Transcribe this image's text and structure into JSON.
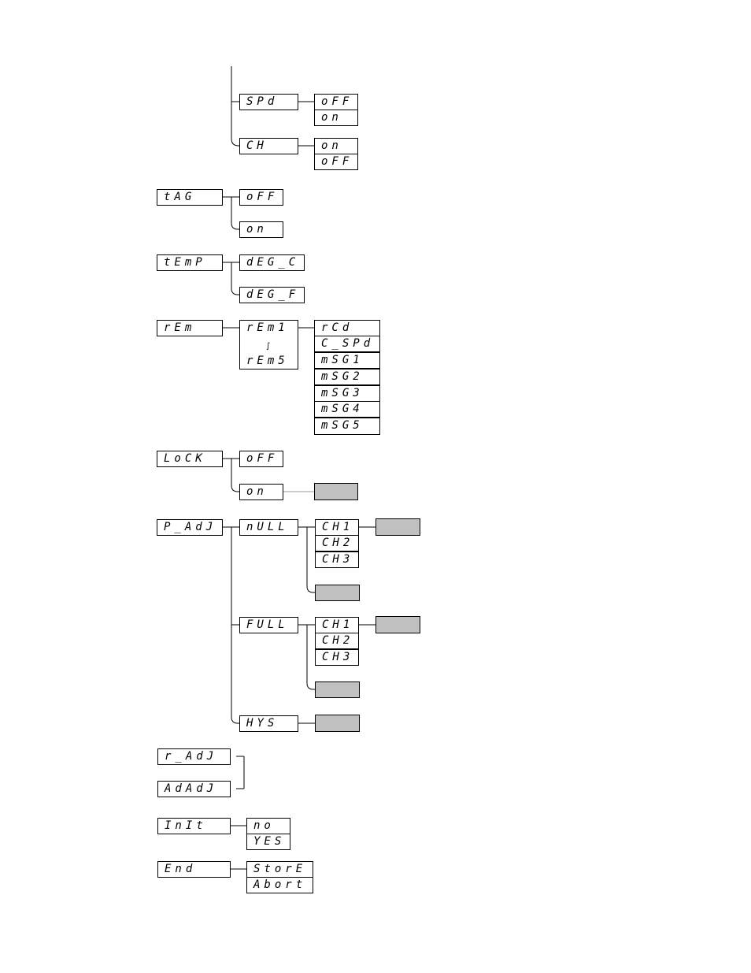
{
  "spd": {
    "label": "SPd",
    "options": [
      "oFF",
      "on"
    ]
  },
  "ch": {
    "label": "CH",
    "options": [
      "on",
      "oFF"
    ]
  },
  "tag": {
    "label": "tAG",
    "options": [
      "oFF",
      "on"
    ]
  },
  "temp": {
    "label": "tEmP",
    "options": [
      "dEG_C",
      "dEG_F"
    ]
  },
  "rem": {
    "label": "rEm",
    "range_start": "rEm1",
    "range_symbol": "∫",
    "range_end": "rEm5",
    "options": [
      "rCd",
      "C_SPd",
      "mSG1",
      "mSG2",
      "mSG3",
      "mSG4",
      "mSG5"
    ]
  },
  "lock": {
    "label": "LoCK",
    "options": [
      "oFF",
      "on"
    ]
  },
  "p_adj": {
    "label": "P_AdJ",
    "null": {
      "label": "nULL",
      "channels": [
        "CH1",
        "CH2",
        "CH3"
      ]
    },
    "full": {
      "label": "FULL",
      "channels": [
        "CH1",
        "CH2",
        "CH3"
      ]
    },
    "hys": {
      "label": "HYS"
    }
  },
  "r_adj": {
    "label": "r_AdJ"
  },
  "adadj": {
    "label": "AdAdJ"
  },
  "init": {
    "label": "InIt",
    "options": [
      "no",
      "YES"
    ]
  },
  "end": {
    "label": "End",
    "options": [
      "StorE",
      "Abort"
    ]
  }
}
